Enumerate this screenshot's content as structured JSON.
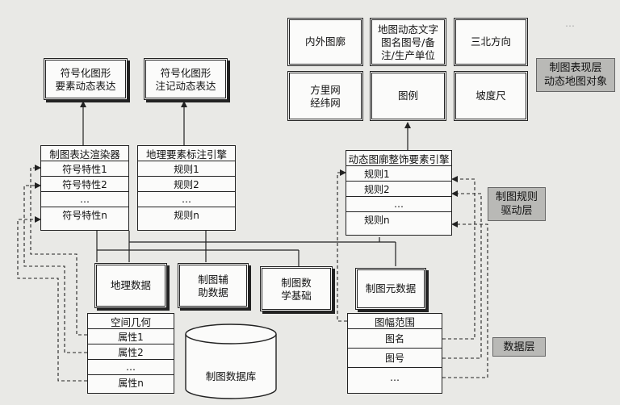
{
  "layers": {
    "presentation": [
      "制图表现层",
      "动态地图对象"
    ],
    "rule": [
      "制图规则",
      "驱动层"
    ],
    "data": "数据层"
  },
  "presentation_objects": {
    "inner_outer_frame": "内外图廓",
    "map_text": [
      "地图动态文字",
      "图名图号/备",
      "注/生产单位"
    ],
    "north_arrows": "三北方向",
    "grid": [
      "方里网",
      "经纬网"
    ],
    "legend": "图例",
    "slope_ruler": "坡度尺"
  },
  "symbol_features": [
    "符号化图形",
    "要素动态表达"
  ],
  "symbol_annotations": [
    "符号化图形",
    "注记动态表达"
  ],
  "renderer": {
    "title": "制图表达渲染器",
    "rows": [
      "符号特性1",
      "符号特性2",
      "…",
      "符号特性n"
    ]
  },
  "labeling_engine": {
    "title": "地理要素标注引擎",
    "rows": [
      "规则1",
      "规则2",
      "…",
      "规则n"
    ]
  },
  "decoration_engine": {
    "title": "动态图廓整饰要素引擎",
    "rows": [
      "规则1",
      "规则2",
      "…",
      "规则n"
    ]
  },
  "data_sources": {
    "geo_data": "地理数据",
    "aux_data": [
      "制图辅",
      "助数据"
    ],
    "math_basis": [
      "制图数",
      "学基础"
    ],
    "metadata": "制图元数据",
    "database": "制图数据库"
  },
  "geometry": {
    "title": "空间几何",
    "rows": [
      "属性1",
      "属性2",
      "…",
      "属性n"
    ]
  },
  "sheet_info": {
    "title": "图幅范围",
    "rows": [
      "图名",
      "图号",
      "…"
    ]
  }
}
